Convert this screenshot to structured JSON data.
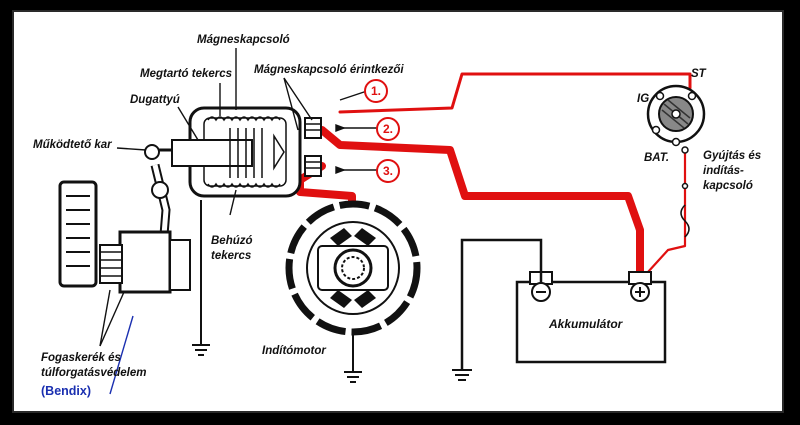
{
  "diagram": {
    "labels": {
      "magneskapcsolo": "Mágneskapcsoló",
      "megtarto": "Megtartó tekercs",
      "erintkezoi": "Mágneskapcsoló érintkezői",
      "dugattyu": "Dugattyú",
      "mukodteto": "Működtető kar",
      "behuzo_line1": "Behúzó",
      "behuzo_line2": "tekercs",
      "inditomotor": "Indítómotor",
      "fogaskerek_line1": "Fogaskerék és",
      "fogaskerek_line2": "túlforgatásvédelem",
      "bendix": "(Bendix)",
      "akkumulator": "Akkumulátor",
      "st": "ST",
      "ig": "IG",
      "bat": "BAT.",
      "gyujtas_line1": "Gyújtás és",
      "gyujtas_line2": "indítás-",
      "gyujtas_line3": "kapcsoló"
    },
    "markers": [
      "1.",
      "2.",
      "3."
    ],
    "colors": {
      "wire": "#e01010",
      "ink": "#111111",
      "bendix": "#1a2fb0",
      "frame": "#000000"
    }
  }
}
